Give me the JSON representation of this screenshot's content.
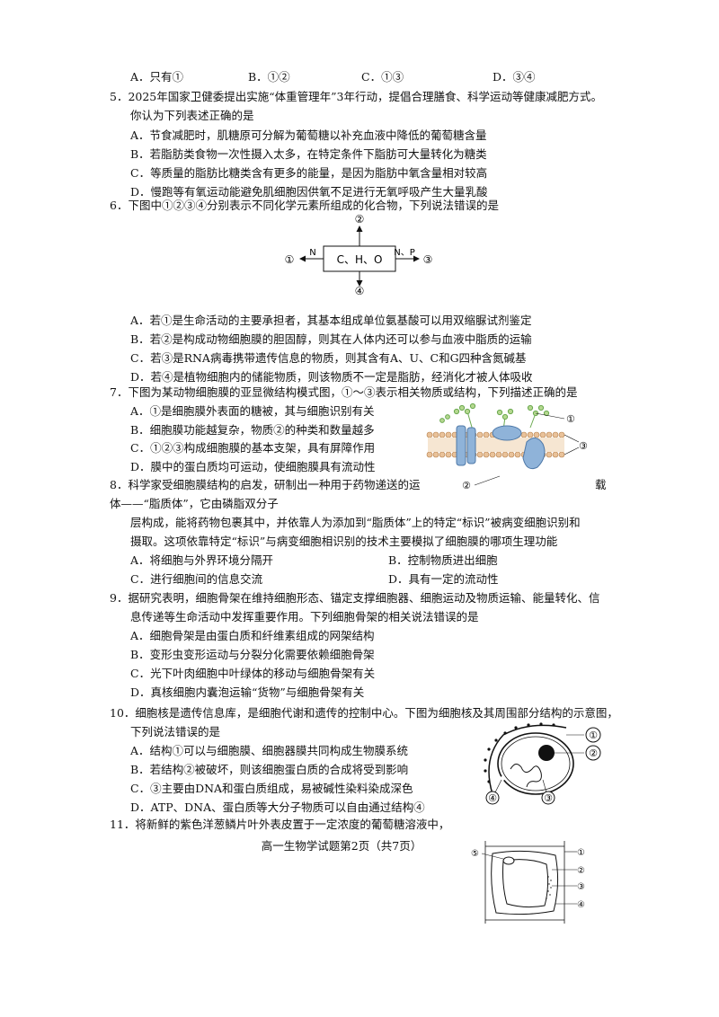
{
  "q4": {
    "options": [
      "A．只有①",
      "B．①②",
      "C．①③",
      "D．③④"
    ]
  },
  "q5": {
    "stem_line1": "5．2025年国家卫健委提出实施“体重管理年”3年行动，提倡合理膳食、科学运动等健康减肥方式。",
    "stem_line2": "你认为下列表述正确的是",
    "options": [
      "A．节食减肥时，肌糖原可分解为葡萄糖以补充血液中降低的葡萄糖含量",
      "B．若脂肪类食物一次性摄入太多，在特定条件下脂肪可大量转化为糖类",
      "C．等质量的脂肪比糖类含有更多的能量，是因为脂肪中氧含量相对较高",
      "D．慢跑等有氧运动能避免肌细胞因供氧不足进行无氧呼吸产生大量乳酸"
    ]
  },
  "q6": {
    "stem": "6．下图中①②③④分别表示不同化学元素所组成的化合物，下列说法错误的是",
    "diagram": {
      "center": "C、H、O",
      "top": "②",
      "left": "①",
      "right": "③",
      "bottom": "④",
      "left_elem": "N",
      "right_elem": "N、P"
    },
    "options": [
      "A．若①是生命活动的主要承担者，其基本组成单位氨基酸可以用双缩脲试剂鉴定",
      "B．若②是构成动物细胞膜的胆固醇，则其在人体内还可以参与血液中脂质的运输",
      "C．若③是RNA病毒携带遗传信息的物质，则其含有A、U、C和G四种含氮碱基",
      "D．若④是植物细胞内的储能物质，则该物质不一定是脂肪，经消化才被人体吸收"
    ]
  },
  "q7": {
    "stem": "7．下图为某动物细胞膜的亚显微结构模式图，①～③表示相关物质或结构，下列描述正确的是",
    "options": [
      "A．①是细胞膜外表面的糖被，其与细胞识别有关",
      "B．细胞膜功能越复杂，物质②的种类和数量越多",
      "C．①②③构成细胞膜的基本支架，具有屏障作用",
      "D．膜中的蛋白质均可运动，使细胞膜具有流动性"
    ],
    "labels": [
      "①",
      "②",
      "③"
    ]
  },
  "q8": {
    "line1_a": "8．科学家受细胞膜结构的启发，研制出一种用于药物递送的运",
    "line1_b": "载",
    "line2": "体——“脂质体”，它由磷脂双分子",
    "line3": "层构成，能将药物包裹其中，并依靠人为添加到“脂质体”上的特定“标识”被病变细胞识别和",
    "line4": "摄取。这项依靠特定“标识”与病变细胞相识别的技术主要模拟了细胞膜的哪项生理功能",
    "options": [
      "A．将细胞与外界环境分隔开",
      "B．控制物质进出细胞",
      "C．进行细胞间的信息交流",
      "D．具有一定的流动性"
    ]
  },
  "q9": {
    "stem_line1": "9．据研究表明，细胞骨架在维持细胞形态、锚定支撑细胞器、细胞运动及物质运输、能量转化、信",
    "stem_line2": "息传递等生命活动中发挥重要作用。下列细胞骨架的相关说法错误的是",
    "options": [
      "A．细胞骨架是由蛋白质和纤维素组成的网架结构",
      "B．变形虫变形运动与分裂分化需要依赖细胞骨架",
      "C．光下叶肉细胞中叶绿体的移动与细胞骨架有关",
      "D．真核细胞内囊泡运输“货物”与细胞骨架有关"
    ]
  },
  "q10": {
    "stem_line1": "10．细胞核是遗传信息库，是细胞代谢和遗传的控制中心。下图为细胞核及其周围部分结构的示意图，",
    "stem_line2": "下列说法错误的是",
    "options": [
      "A．结构①可以与细胞膜、细胞器膜共同构成生物膜系统",
      "B．若结构②被破坏，则该细胞蛋白质的合成将受到影响",
      "C．③主要由DNA和蛋白质组成，易被碱性染料染成深色",
      "D．ATP、DNA、蛋白质等大分子物质可以自由通过结构④"
    ],
    "labels": [
      "①",
      "②",
      "③",
      "④"
    ]
  },
  "q11": {
    "stem": "11．将新鲜的紫色洋葱鳞片叶外表皮置于一定浓度的葡萄糖溶液中，",
    "labels": [
      "①",
      "②",
      "③",
      "④",
      "⑤"
    ]
  },
  "footer": "高一生物学试题第2页（共7页）"
}
